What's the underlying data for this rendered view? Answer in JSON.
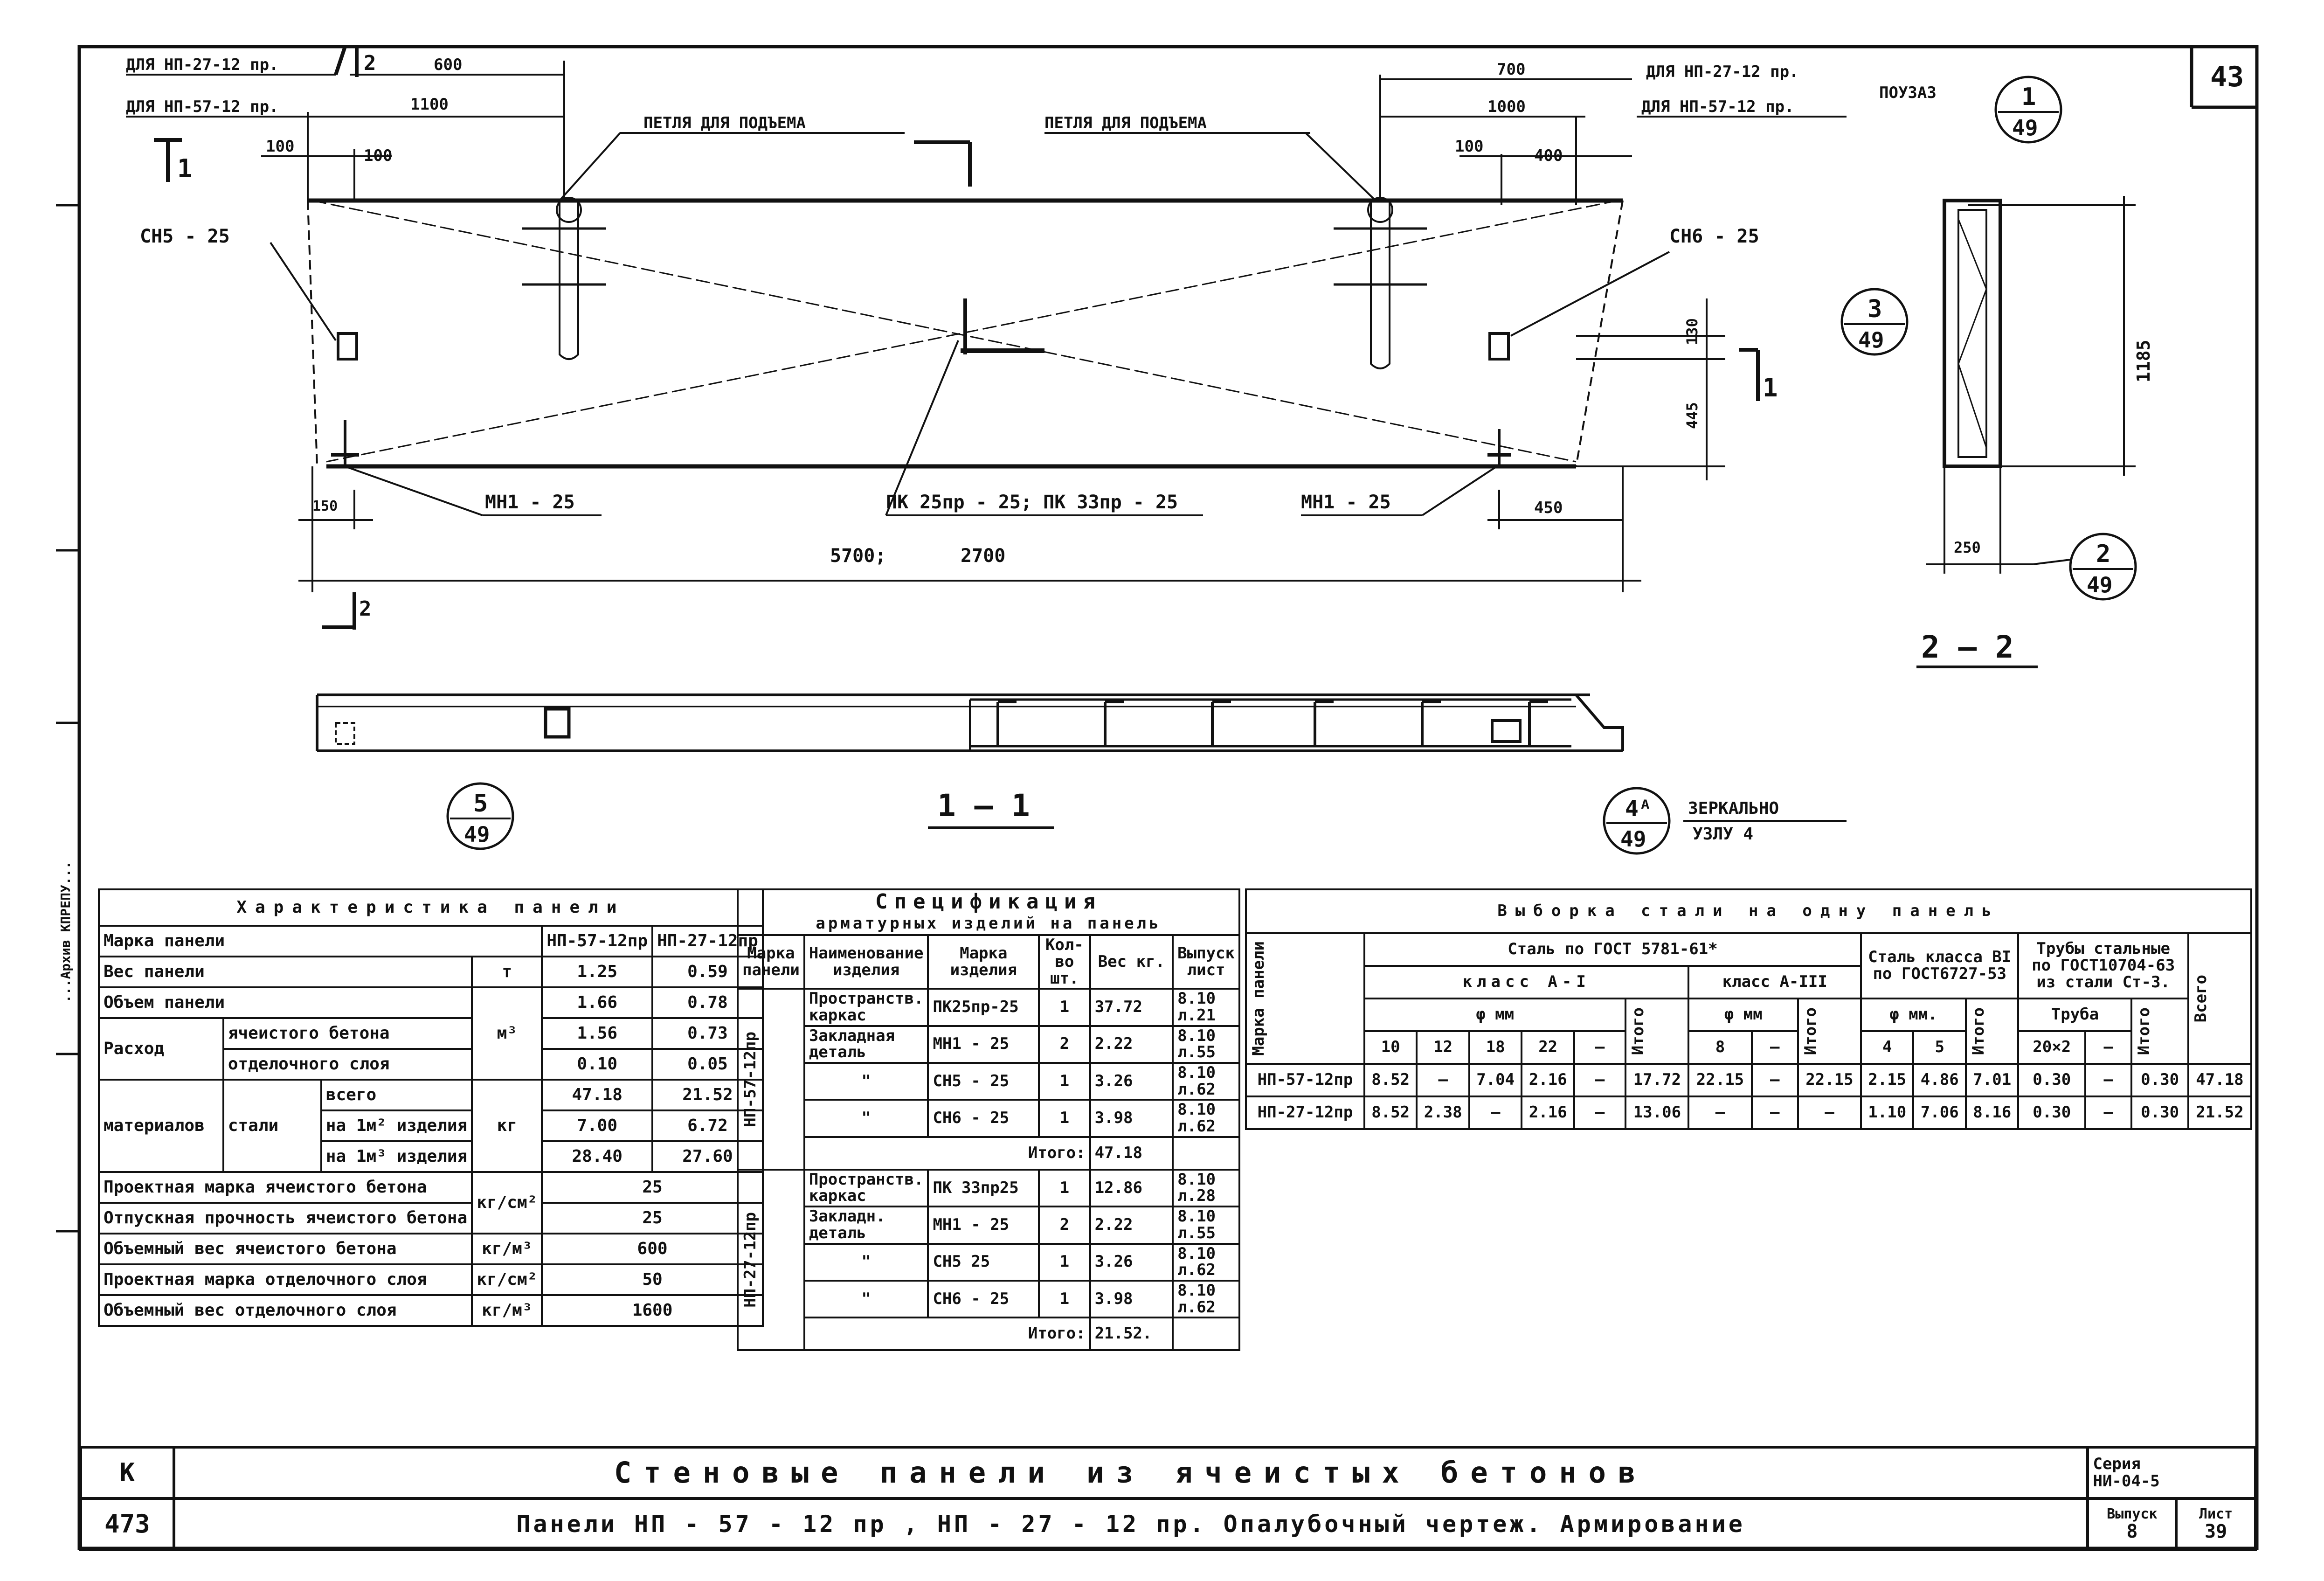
{
  "sheet_no": "43",
  "drawing": {
    "note_np27": "ДЛЯ НП-27-12 пр.",
    "note_np57": "ДЛЯ НП-57-12 пр.",
    "dim_600": "600",
    "dim_1100": "1100",
    "dim_100a": "100",
    "dim_100b": "100",
    "dim_700": "700",
    "dim_1000": "1000",
    "dim_400": "400",
    "dim_2": "2",
    "loop_left": "ПЕТЛЯ ДЛЯ ПОДЪЕМА",
    "loop_right": "ПЕТЛЯ ДЛЯ ПОДЪЕМА",
    "node_label": "ПОУЗАЗ",
    "ref_1_49_top": "1",
    "ref_1_49_bot": "49",
    "sn5": "СН5 - 25",
    "sn6": "СН6 - 25",
    "mn1_left": "МН1 - 25",
    "mn1_right": "МН1 - 25",
    "pk": "ПК 25пр - 25; ПК 33пр - 25",
    "dim_150": "150",
    "dim_450": "450",
    "dim_5700": "5700;",
    "dim_2700": "2700",
    "dim_130": "130",
    "dim_445": "445",
    "sec_1": "1",
    "sec_2": "2",
    "ref_3_49_top": "3",
    "ref_3_49_bot": "49",
    "dim_1185": "1185",
    "dim_250": "250",
    "ref_2_49_top": "2",
    "ref_2_49_bot": "49",
    "section_22": "2 — 2",
    "ref_5_49_top": "5",
    "ref_5_49_bot": "49",
    "section_11": "1 — 1",
    "ref_4a_49_top": "4ᴬ",
    "ref_4a_49_bot": "49",
    "mirror_1": "ЗЕРКАЛЬНО",
    "mirror_2": "УЗЛУ 4"
  },
  "char_table": {
    "title": "Характеристика панели",
    "rows": [
      {
        "label": "Марка панели",
        "unit": "",
        "v1": "НП-57-12пр",
        "v2": "НП-27-12пр"
      },
      {
        "label": "Вес панели",
        "unit": "т",
        "v1": "1.25",
        "v2": "0.59"
      },
      {
        "label": "Объем панели",
        "unit": "",
        "v1": "1.66",
        "v2": "0.78"
      },
      {
        "label": "ячеистого бетона",
        "unit": "м³",
        "v1": "1.56",
        "v2": "0.73"
      },
      {
        "label": "отделочного слоя",
        "unit": "",
        "v1": "0.10",
        "v2": "0.05"
      },
      {
        "label": "всего",
        "unit": "",
        "v1": "47.18",
        "v2": "21.52"
      },
      {
        "label": "на 1м² изделия",
        "unit": "кг",
        "v1": "7.00",
        "v2": "6.72"
      },
      {
        "label": "на 1м³ изделия",
        "unit": "",
        "v1": "28.40",
        "v2": "27.60"
      }
    ],
    "group_rashod": "Расход",
    "group_material": "материалов",
    "group_stal": "стали",
    "lower_rows": [
      {
        "label": "Проектная марка ячеистого бетона",
        "unit": "кг/см²",
        "v": "25"
      },
      {
        "label": "Отпускная прочность ячеистого бетона",
        "unit": "",
        "v": "25"
      },
      {
        "label": "Объемный вес ячеистого бетона",
        "unit": "кг/м³",
        "v": "600"
      },
      {
        "label": "Проектная марка отделочного слоя",
        "unit": "кг/см²",
        "v": "50"
      },
      {
        "label": "Объемный вес отделочного слоя",
        "unit": "кг/м³",
        "v": "1600"
      }
    ]
  },
  "spec_table": {
    "title_1": "Спецификация",
    "title_2": "арматурных изделий на панель",
    "headers": [
      "Марка панели",
      "Наименование изделия",
      "Марка изделия",
      "Кол-во шт.",
      "Вес кг.",
      "Выпуск лист"
    ],
    "panel1": "НП-57-12пр",
    "panel2": "НП-27-12пр",
    "rows1": [
      {
        "name": "Пространств. каркас",
        "mark": "ПК25пр-25",
        "qty": "1",
        "w": "37.72",
        "ref": "8.10 л.21"
      },
      {
        "name": "Закладная деталь",
        "mark": "МН1 - 25",
        "qty": "2",
        "w": "2.22",
        "ref": "8.10 л.55"
      },
      {
        "name": "\"",
        "mark": "СН5 - 25",
        "qty": "1",
        "w": "3.26",
        "ref": "8.10 л.62"
      },
      {
        "name": "\"",
        "mark": "СН6 - 25",
        "qty": "1",
        "w": "3.98",
        "ref": "8.10 л.62"
      }
    ],
    "total1_label": "Итого:",
    "total1": "47.18",
    "rows2": [
      {
        "name": "Пространств. каркас",
        "mark": "ПК 33пр25",
        "qty": "1",
        "w": "12.86",
        "ref": "8.10 л.28"
      },
      {
        "name": "Закладн. деталь",
        "mark": "МН1 - 25",
        "qty": "2",
        "w": "2.22",
        "ref": "8.10 л.55"
      },
      {
        "name": "\"",
        "mark": "СН5 25",
        "qty": "1",
        "w": "3.26",
        "ref": "8.10 л.62"
      },
      {
        "name": "\"",
        "mark": "СН6 - 25",
        "qty": "1",
        "w": "3.98",
        "ref": "8.10 л.62"
      }
    ],
    "total2_label": "Итого:",
    "total2": "21.52."
  },
  "steel_table": {
    "title": "Выборка стали на одну панель",
    "h_mark": "Марка панели",
    "h_gost": "Сталь по ГОСТ 5781-61*",
    "h_class1": "класс А-I",
    "h_class3": "класс А-III",
    "h_wire": "Сталь класса ВI по ГОСТ6727-53",
    "h_pipe": "Трубы стальные по ГОСТ10704-63 из стали Ст-3.",
    "h_total": "Всего",
    "h_phi": "φ мм",
    "h_phi2": "φ мм",
    "h_phi3": "φ мм.",
    "h_itogo": "Итого",
    "h_pipe_sub": "Труба",
    "d1": [
      "10",
      "12",
      "18",
      "22",
      "—"
    ],
    "d3": [
      "8",
      "—"
    ],
    "dw": [
      "4",
      "5"
    ],
    "dp": [
      "20×2",
      "—"
    ],
    "rows": [
      {
        "mark": "НП-57-12пр",
        "a1": [
          "8.52",
          "—",
          "7.04",
          "2.16",
          "—"
        ],
        "a1t": "17.72",
        "a3": [
          "22.15",
          "—"
        ],
        "a3t": "22.15",
        "w": [
          "2.15",
          "4.86"
        ],
        "wt": "7.01",
        "p": [
          "0.30",
          "—"
        ],
        "pt": "0.30",
        "total": "47.18"
      },
      {
        "mark": "НП-27-12пр",
        "a1": [
          "8.52",
          "2.38",
          "—",
          "2.16",
          "—"
        ],
        "a1t": "13.06",
        "a3": [
          "—",
          "—"
        ],
        "a3t": "—",
        "w": [
          "1.10",
          "7.06"
        ],
        "wt": "8.16",
        "p": [
          "0.30",
          "—"
        ],
        "pt": "0.30",
        "total": "21.52"
      }
    ]
  },
  "title_block": {
    "left1": "К",
    "left2": "473",
    "title1": "Стеновые панели из ячеистых бетонов",
    "title2": "Панели НП - 57 - 12 пр , НП - 27 - 12 пр. Опалубочный чертеж. Армирование",
    "series_label": "Серия",
    "series_val": "НИ-04-5",
    "issue_label": "Выпуск",
    "issue_val": "8",
    "sheet_label": "Лист",
    "sheet_val": "39"
  },
  "margin_text": "...Архив КПРЕПУ..."
}
